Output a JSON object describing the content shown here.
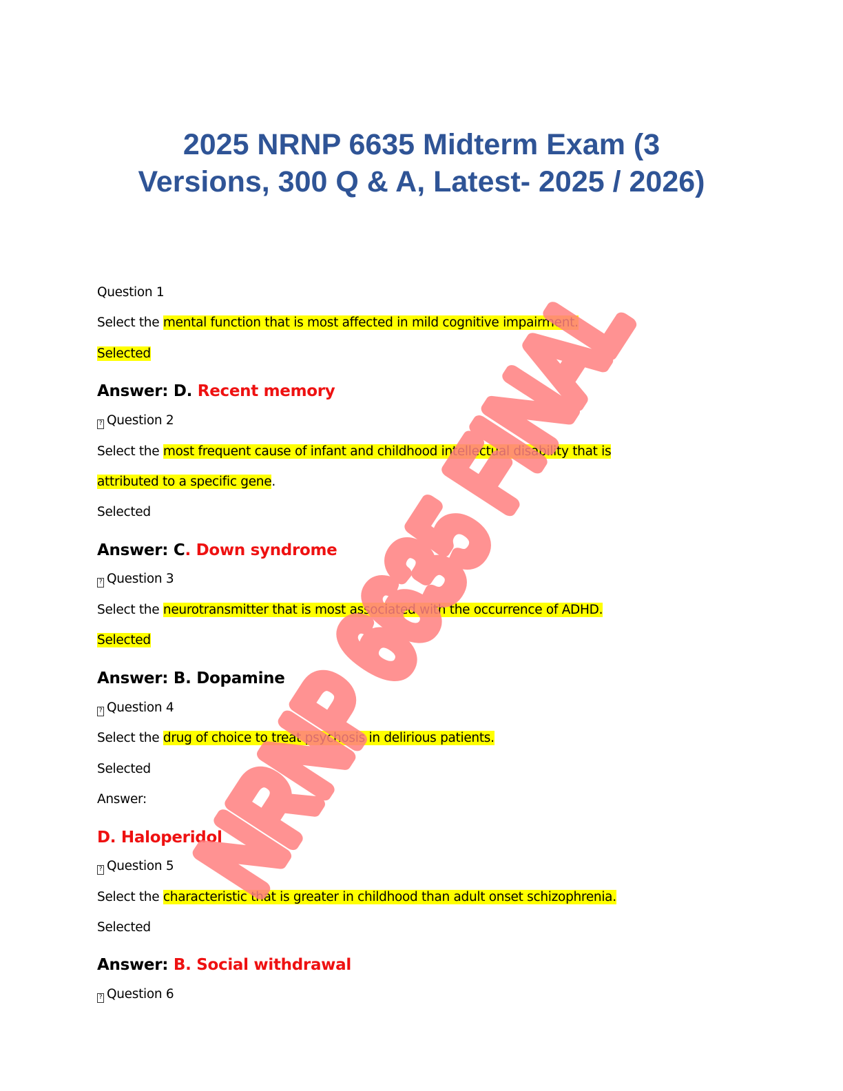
{
  "title": {
    "line1": "2025 NRNP 6635 Midterm Exam (3",
    "line2": "Versions, 300 Q & A, Latest- 2025 / 2026)"
  },
  "watermark": {
    "text": "NRNP 6635 FINAL",
    "color": "#ff8080"
  },
  "colors": {
    "title": "#2f5496",
    "answer_red": "#ee1111",
    "highlight": "#ffff00"
  },
  "q1": {
    "heading": "Question 1",
    "prompt_pre": "Select the ",
    "prompt_hl": "mental function that is most affected in mild cognitive impairment.",
    "selected": "Selected",
    "answer_label": "Answer: D. ",
    "answer_text": "Recent memory"
  },
  "q2": {
    "box": "?",
    "heading": "Question 2",
    "prompt_pre": "Select the ",
    "prompt_hl_1": "most frequent cause of infant and childhood intellectual disability that is",
    "prompt_hl_2": "attributed to a specific gene",
    "prompt_post": ".",
    "selected": "Selected",
    "answer_label": "Answer: C",
    "answer_text": ". Down syndrome"
  },
  "q3": {
    "box": "?",
    "heading": "Question 3",
    "prompt_pre": "Select the ",
    "prompt_hl": "neurotransmitter that is most associated with the occurrence of ADHD.",
    "selected": "Selected",
    "answer": "Answer: B. Dopamine"
  },
  "q4": {
    "box": "?",
    "heading": "Question 4",
    "prompt_pre": "Select the ",
    "prompt_hl": "drug of choice to treat psychosis in delirious patients.",
    "selected": "Selected",
    "answer_label": "Answer:",
    "answer_text": "D. Haloperidol"
  },
  "q5": {
    "box": "?",
    "heading": "Question 5",
    "prompt_pre": "Select the ",
    "prompt_hl": "characteristic that is greater in childhood than adult onset schizophrenia.",
    "selected": "Selected",
    "answer_label": "Answer: ",
    "answer_text": "B. Social withdrawal"
  },
  "q6": {
    "box": "?",
    "heading": "Question 6"
  }
}
